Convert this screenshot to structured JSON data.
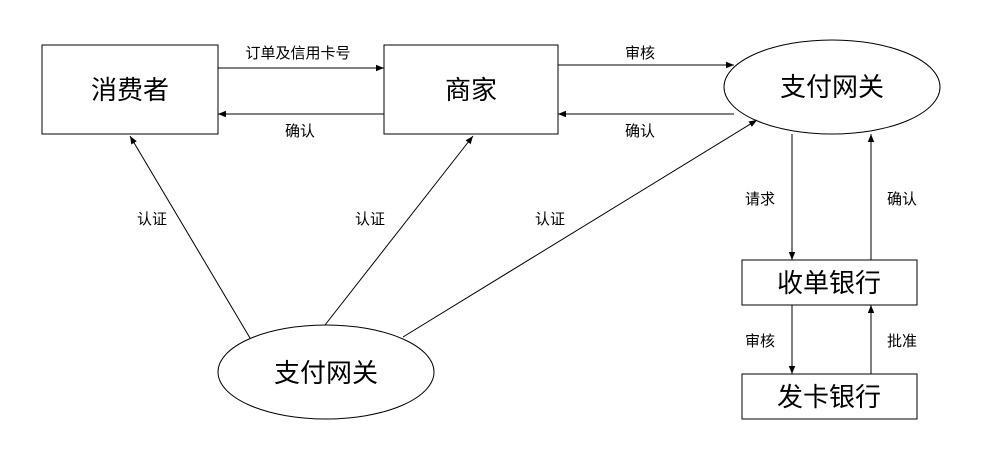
{
  "nodes": {
    "consumer": "消费者",
    "merchant": "商家",
    "gateway_top": "支付网关",
    "gateway_bottom": "支付网关",
    "acquirer": "收单银行",
    "issuer": "发卡银行"
  },
  "edges": {
    "consumer_to_merchant": "订单及信用卡号",
    "merchant_to_consumer": "确认",
    "merchant_to_gateway": "审核",
    "gateway_to_merchant": "确认",
    "cert_consumer": "认证",
    "cert_merchant": "认证",
    "cert_gateway": "认证",
    "gateway_to_acquirer": "请求",
    "acquirer_to_gateway": "确认",
    "acquirer_to_issuer": "审核",
    "issuer_to_acquirer": "批准"
  }
}
